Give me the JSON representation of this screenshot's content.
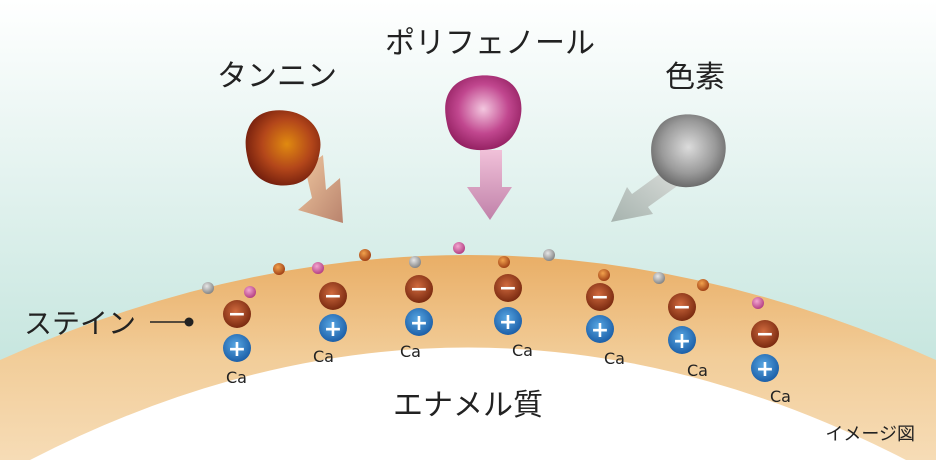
{
  "labels": {
    "tannin": "タンニン",
    "polyphenol": "ポリフェノール",
    "pigment": "色素",
    "stain": "ステイン",
    "enamel": "エナメル質",
    "image_note": "イメージ図"
  },
  "ion_labels": {
    "calcium": "Ca",
    "minus_sign": "−",
    "plus_sign": "+"
  },
  "colors": {
    "tannin": "#8a2a0c",
    "polyphenol": "#a6226d",
    "pigment": "#7b7b7b",
    "stain_layer": "#efc98f",
    "enamel": "#ffffff",
    "negative_ion": "#7a2a10",
    "positive_ion": "#1f6fb6",
    "background_top": "#ffffff",
    "background_bottom": "#b9e0d8"
  }
}
